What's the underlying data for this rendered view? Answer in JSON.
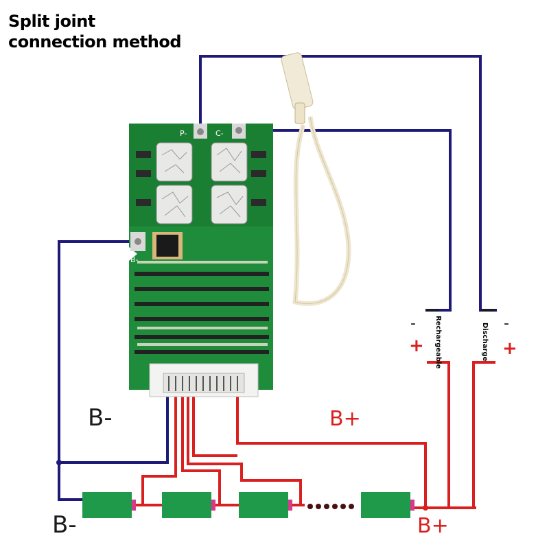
{
  "title": {
    "line1": "Split joint",
    "line2": "connection method"
  },
  "labels": {
    "b_minus_upper": "B-",
    "b_minus_lower": "B-",
    "b_plus_upper": "B+",
    "b_plus_lower": "B+",
    "rechargeable": "Rechargeable",
    "discharge": "Discharge",
    "charge_minus": "-",
    "charge_plus": "+",
    "discharge_minus": "-",
    "discharge_plus": "+",
    "pcb_p_minus": "P-",
    "pcb_c_minus": "C-",
    "pcb_b_minus": "B-"
  },
  "colors": {
    "negative_wire": "#1f1a78",
    "positive_wire": "#d9201f",
    "pcb_green": "#1e8c3a",
    "cell_green": "#1f9a4a",
    "cell_terminal": "#d63a8a",
    "sensor_wire": "#efe6cf"
  },
  "icons": {
    "battery_cell": "battery-cell-icon",
    "pcb_board": "bms-pcb-icon",
    "thermistor": "temperature-sensor-icon",
    "connector": "balance-connector-icon"
  }
}
